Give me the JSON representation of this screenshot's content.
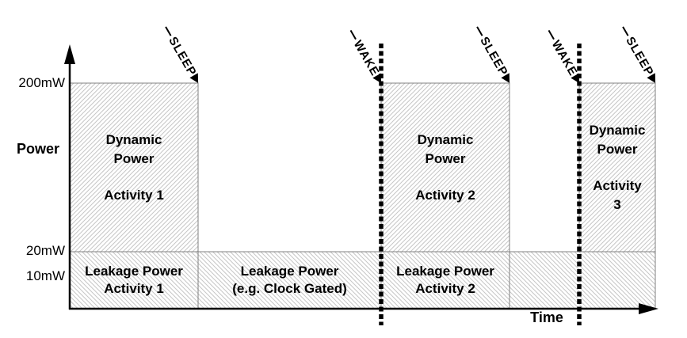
{
  "diagram": {
    "title_semantic": "Power vs Time sleep/wake activity diagram",
    "y_axis": {
      "label": "Power",
      "ticks": [
        {
          "label": "200mW"
        },
        {
          "label": "20mW"
        },
        {
          "label": "10mW"
        }
      ]
    },
    "x_axis": {
      "label": "Time"
    },
    "dynamic_blocks": [
      {
        "title": "Dynamic Power",
        "activity": "Activity 1"
      },
      {
        "title": "Dynamic Power",
        "activity": "Activity 2"
      },
      {
        "title": "Dynamic Power",
        "activity": "Activity 3"
      }
    ],
    "leakage_blocks": [
      {
        "line1": "Leakage Power",
        "line2": "Activity 1"
      },
      {
        "line1": "Leakage Power",
        "line2": "(e.g. Clock Gated)"
      },
      {
        "line1": "Leakage Power",
        "line2": "Activity 2"
      }
    ],
    "events": [
      {
        "label": "SLEEP"
      },
      {
        "label": "WAKE"
      },
      {
        "label": "SLEEP"
      },
      {
        "label": "WAKE"
      },
      {
        "label": "SLEEP"
      }
    ],
    "colors": {
      "hatch": "#c6c6c6",
      "border": "#808080",
      "ink": "#000000",
      "background": "#ffffff"
    }
  }
}
